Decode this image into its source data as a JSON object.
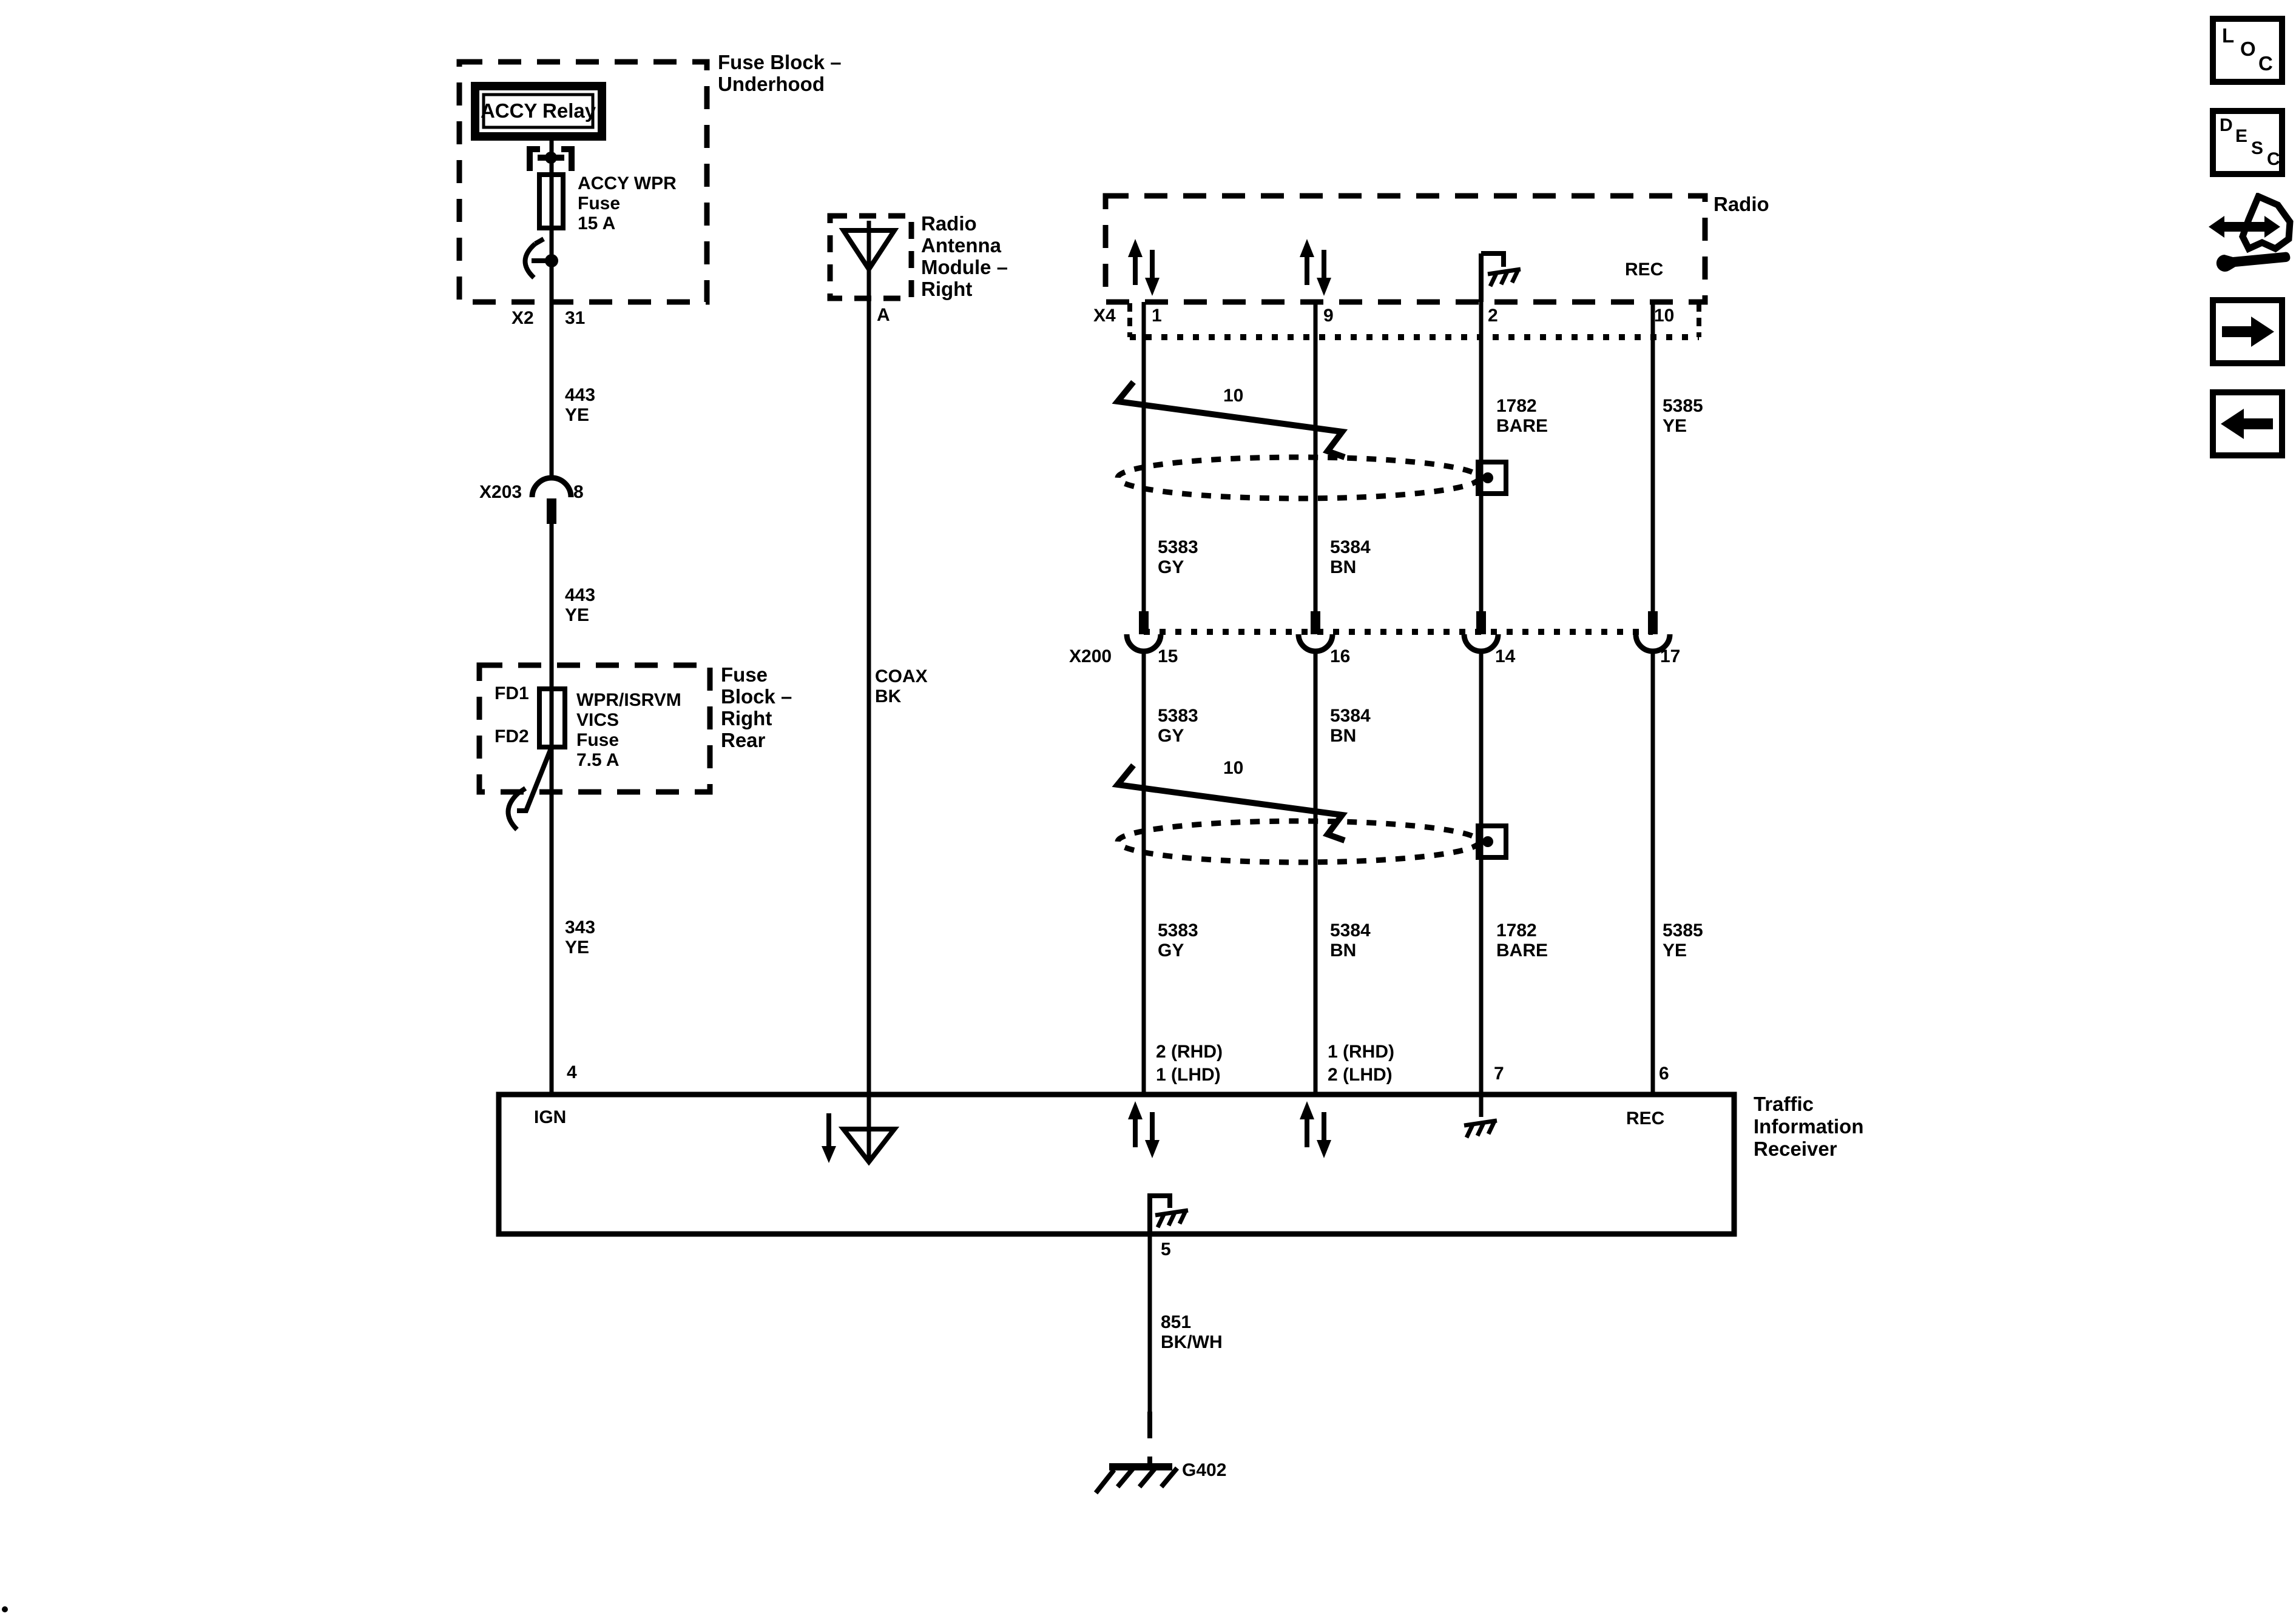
{
  "colors": {
    "ink": "#000000",
    "paper": "#ffffff"
  },
  "fbu": {
    "title1": "Fuse Block –",
    "title2": "Underhood",
    "relay": "ACCY Relay",
    "fuse1": "ACCY WPR",
    "fuse2": "Fuse",
    "fuse3": "15 A",
    "conn": "X2",
    "pin": "31"
  },
  "left": {
    "w1id": "443",
    "w1c": "YE",
    "conn": "X203",
    "connpin": "8",
    "w2id": "443",
    "w2c": "YE",
    "w3id": "343",
    "w3c": "YE",
    "tirpin": "4"
  },
  "fbrr": {
    "t1": "Fuse",
    "t2": "Block –",
    "t3": "Right",
    "t4": "Rear",
    "fd1": "FD1",
    "fd2": "FD2",
    "f1": "WPR/ISRVM",
    "f2": "VICS",
    "f3": "Fuse",
    "f4": "7.5 A"
  },
  "ant": {
    "t1": "Radio",
    "t2": "Antenna",
    "t3": "Module –",
    "t4": "Right",
    "pin": "A",
    "c1": "COAX",
    "c2": "BK"
  },
  "radio": {
    "title": "Radio",
    "rec": "REC",
    "conn": "X4",
    "pins": [
      "1",
      "9",
      "2",
      "10"
    ]
  },
  "harness": {
    "twist1": "10",
    "twist2": "10",
    "top": {
      "w3id": "1782",
      "w3c": "BARE",
      "w4id": "5385",
      "w4c": "YE"
    },
    "mid1": {
      "w1id": "5383",
      "w1c": "GY",
      "w2id": "5384",
      "w2c": "BN"
    },
    "conn": "X200",
    "pins": [
      "15",
      "16",
      "14",
      "17"
    ],
    "mid2": {
      "w1id": "5383",
      "w1c": "GY",
      "w2id": "5384",
      "w2c": "BN"
    },
    "bot": {
      "w1id": "5383",
      "w1c": "GY",
      "w2id": "5384",
      "w2c": "BN",
      "w3id": "1782",
      "w3c": "BARE",
      "w4id": "5385",
      "w4c": "YE"
    }
  },
  "tir": {
    "p1a": "2 (RHD)",
    "p1b": "1 (LHD)",
    "p2a": "1 (RHD)",
    "p2b": "2 (LHD)",
    "p3": "7",
    "p4": "6",
    "ign": "IGN",
    "rec": "REC",
    "t1": "Traffic",
    "t2": "Information",
    "t3": "Receiver",
    "gpin": "5",
    "gid": "851",
    "gc": "BK/WH",
    "gref": "G402"
  },
  "sidebar": {
    "loc": [
      "L",
      "O",
      "C"
    ],
    "desc": [
      "D",
      "E",
      "S",
      "C"
    ]
  }
}
